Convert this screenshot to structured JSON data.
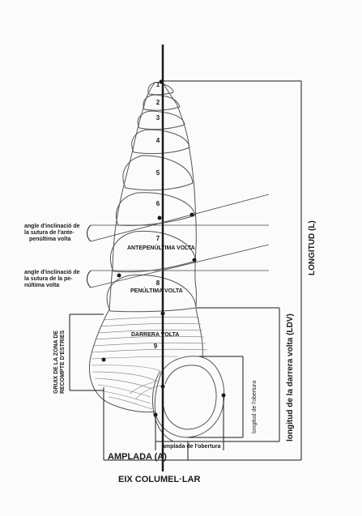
{
  "whorls": [
    "1",
    "2",
    "3",
    "4",
    "5",
    "6",
    "7",
    "8",
    "9"
  ],
  "labels": {
    "suture_angle_ante": [
      "angle d'inclinació de",
      "la sutura de l'ante-",
      "penúltima volta"
    ],
    "suture_angle_pen": [
      "angle d'inclinació de",
      "la sutura de la pe-",
      "núltima volta"
    ],
    "antepenultima": "ANTEPENÚLTIMA VOLTA",
    "penultima": "PENÚLTIMA VOLTA",
    "darrera": "DARRERA VOLTA",
    "gruix": [
      "GRUIX DE LA ZONA DE",
      "RECOMPTE D'ESTRIES"
    ],
    "longitud_obertura": "longitud de l'obertura",
    "longitud_darrera": "longitud de la darrera volta (LDV)",
    "longitud": "LONGITUD (L)",
    "amplada_obertura": "amplada de l'obertura",
    "amplada": "AMPLADA (A)",
    "eix": "EIX COLUMEL·LAR"
  },
  "colors": {
    "ink": "#1a1a1a",
    "shell": "#555555",
    "background": "#fbfbfb"
  }
}
